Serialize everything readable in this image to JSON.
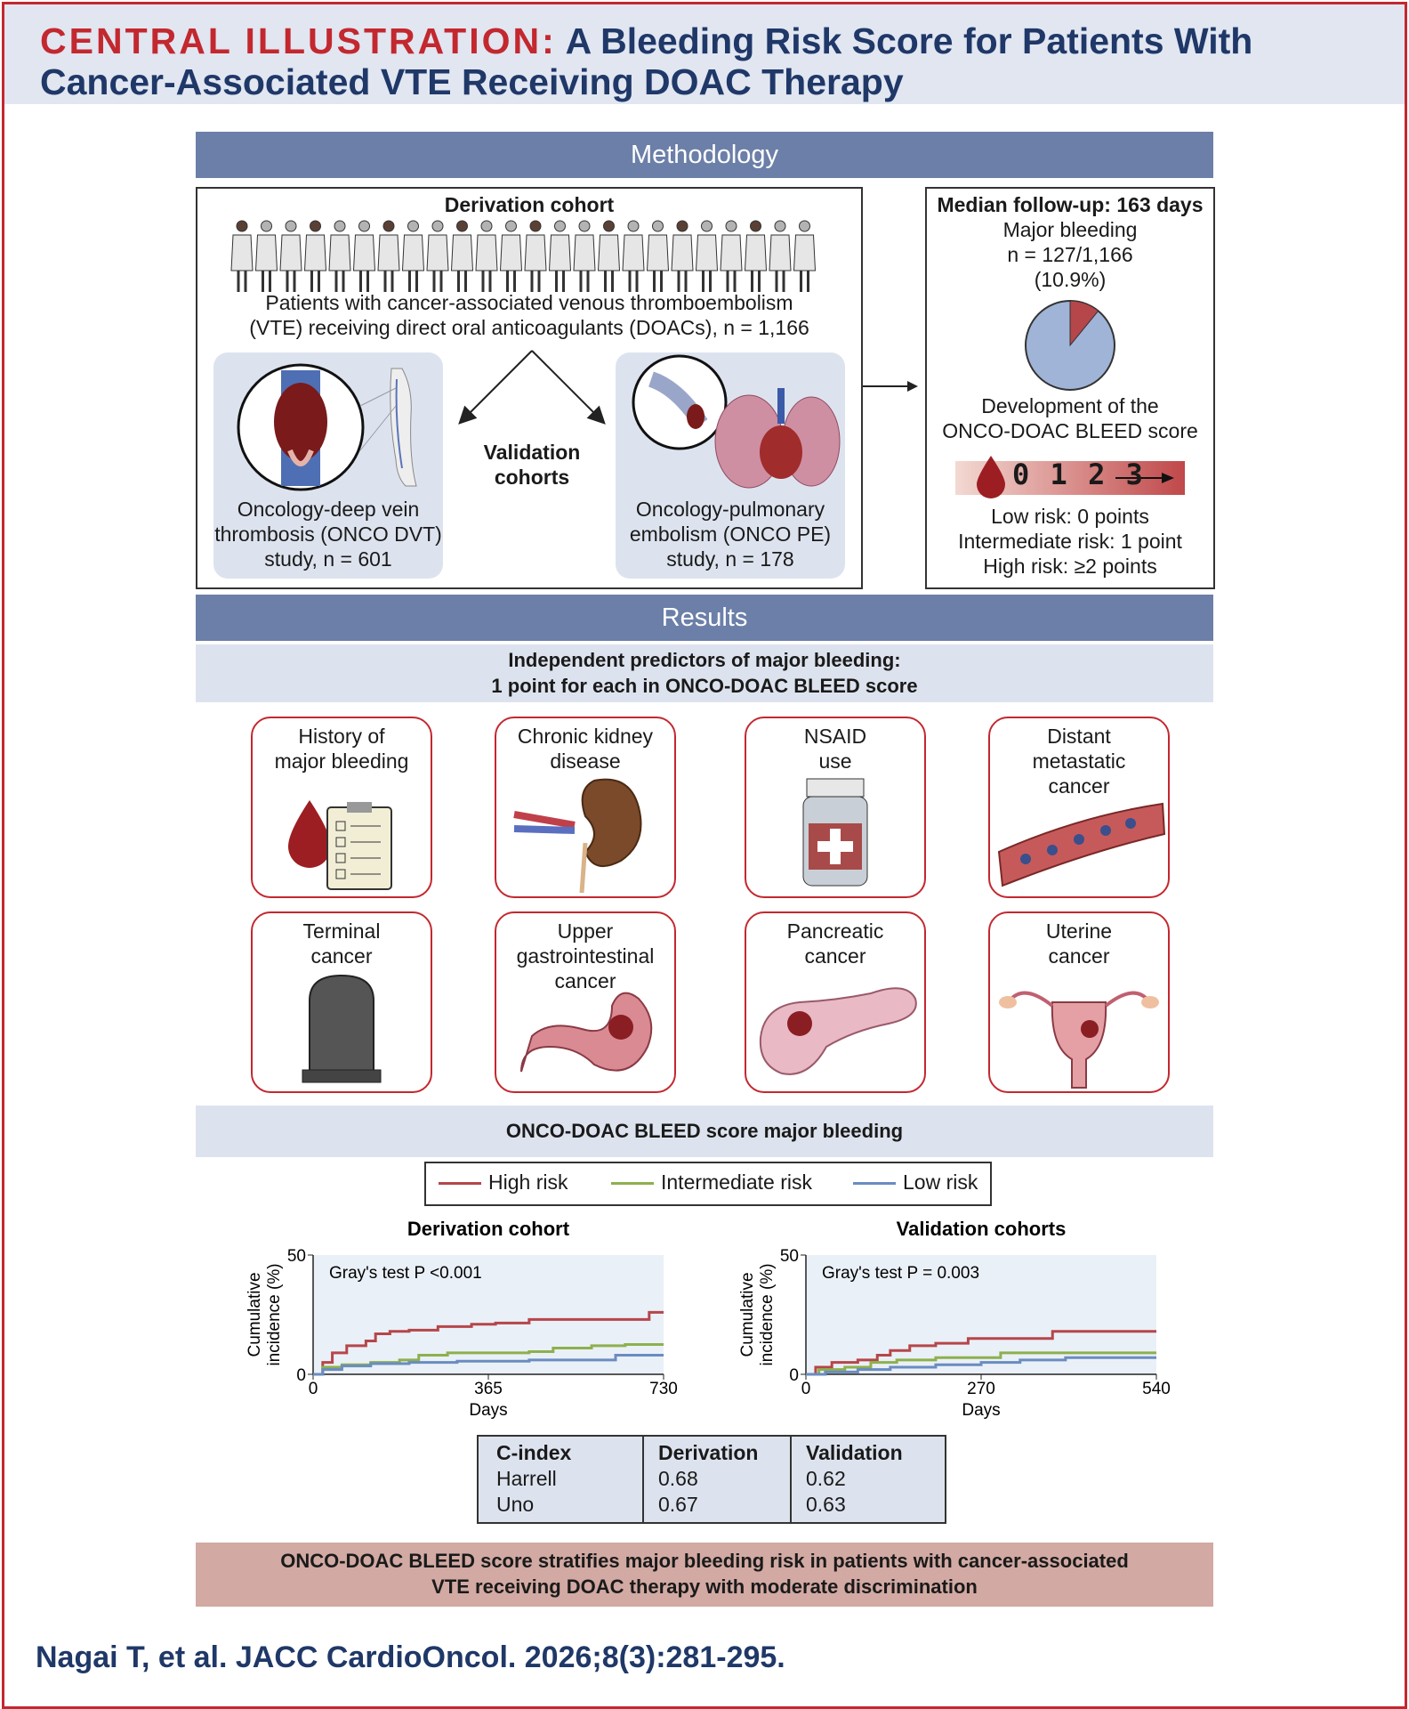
{
  "header": {
    "lead": "CENTRAL ILLUSTRATION:",
    "rest": "A Bleeding Risk Score for Patients With Cancer-Associated VTE Receiving DOAC Therapy"
  },
  "methodology": {
    "band": "Methodology",
    "derivation": {
      "title": "Derivation cohort",
      "desc_line1": "Patients with cancer-associated venous thromboembolism",
      "desc_line2": "(VTE) receiving direct oral anticoagulants (DOACs), n = 1,166"
    },
    "validation_label_line1": "Validation",
    "validation_label_line2": "cohorts",
    "dvt": {
      "line1": "Oncology-deep vein",
      "line2": "thrombosis (ONCO DVT)",
      "line3": "study, n = 601"
    },
    "pe": {
      "line1": "Oncology-pulmonary",
      "line2": "embolism (ONCO PE)",
      "line3": "study, n = 178"
    },
    "followup": {
      "title": "Median follow-up: 163 days",
      "line1": "Major bleeding",
      "line2": "n = 127/1,166",
      "line3": "(10.9%)",
      "bleeding_fraction": 0.109
    },
    "development_line1": "Development of the",
    "development_line2": "ONCO-DOAC BLEED score",
    "score_points": "0 1 2 3",
    "risk_low": "Low risk: 0 points",
    "risk_intermediate": "Intermediate risk: 1 point",
    "risk_high": "High risk: ≥2 points"
  },
  "results": {
    "band": "Results",
    "predictors_line1": "Independent predictors of major bleeding:",
    "predictors_line2": "1 point for each in ONCO-DOAC BLEED score",
    "predictors": [
      {
        "line1": "History of",
        "line2": "major bleeding",
        "line3": "",
        "icon": "clipboard-blood-drop-icon"
      },
      {
        "line1": "Chronic kidney",
        "line2": "disease",
        "line3": "",
        "icon": "kidney-icon"
      },
      {
        "line1": "NSAID",
        "line2": "use",
        "line3": "",
        "icon": "pill-bottle-icon"
      },
      {
        "line1": "Distant",
        "line2": "metastatic",
        "line3": "cancer",
        "icon": "blood-vessel-cells-icon"
      },
      {
        "line1": "Terminal",
        "line2": "cancer",
        "line3": "",
        "icon": "tombstone-icon"
      },
      {
        "line1": "Upper",
        "line2": "gastrointestinal",
        "line3": "cancer",
        "icon": "stomach-icon"
      },
      {
        "line1": "Pancreatic",
        "line2": "cancer",
        "line3": "",
        "icon": "pancreas-icon"
      },
      {
        "line1": "Uterine",
        "line2": "cancer",
        "line3": "",
        "icon": "uterus-icon"
      }
    ],
    "curves_band": "ONCO-DOAC BLEED score major bleeding",
    "legend": {
      "high": "High risk",
      "intermediate": "Intermediate risk",
      "low": "Low risk"
    },
    "colors": {
      "high": "#b5464a",
      "intermediate": "#8db04e",
      "low": "#6a8cc0"
    }
  },
  "chart_data": [
    {
      "type": "line",
      "title": "Derivation cohort",
      "annotation": "Gray's test P <0.001",
      "xlabel": "Days",
      "ylabel": "Cumulative incidence (%)",
      "xlim": [
        0,
        730
      ],
      "ylim": [
        0,
        50
      ],
      "xticks": [
        0,
        365,
        730
      ],
      "yticks": [
        0,
        50
      ],
      "series": [
        {
          "name": "High risk",
          "x": [
            0,
            20,
            40,
            70,
            110,
            130,
            160,
            200,
            260,
            330,
            380,
            450,
            550,
            630,
            700,
            730
          ],
          "y": [
            0,
            5,
            9,
            12,
            14,
            17,
            18,
            18.5,
            20,
            21,
            21.5,
            23,
            23,
            23,
            26,
            26
          ]
        },
        {
          "name": "Intermediate risk",
          "x": [
            0,
            20,
            60,
            120,
            180,
            220,
            280,
            380,
            450,
            500,
            580,
            650,
            730
          ],
          "y": [
            0,
            3,
            4,
            5,
            6,
            8,
            9,
            9,
            9.5,
            11,
            12,
            12.5,
            12.5
          ]
        },
        {
          "name": "Low risk",
          "x": [
            0,
            20,
            60,
            120,
            200,
            300,
            450,
            560,
            630,
            730
          ],
          "y": [
            0,
            2,
            3.5,
            4.5,
            5,
            5.5,
            6,
            6,
            8,
            8
          ]
        }
      ]
    },
    {
      "type": "line",
      "title": "Validation cohorts",
      "annotation": "Gray's test P = 0.003",
      "xlabel": "Days",
      "ylabel": "Cumulative incidence (%)",
      "xlim": [
        0,
        540
      ],
      "ylim": [
        0,
        50
      ],
      "xticks": [
        0,
        270,
        540
      ],
      "yticks": [
        0,
        50
      ],
      "series": [
        {
          "name": "High risk",
          "x": [
            0,
            15,
            40,
            80,
            110,
            130,
            160,
            200,
            250,
            300,
            380,
            540
          ],
          "y": [
            0,
            3,
            5,
            6,
            8,
            10,
            12,
            13,
            15,
            15,
            18,
            18
          ]
        },
        {
          "name": "Intermediate risk",
          "x": [
            0,
            20,
            60,
            100,
            140,
            200,
            270,
            300,
            400,
            540
          ],
          "y": [
            0,
            2,
            3,
            5,
            6,
            7,
            7,
            9,
            9,
            9
          ]
        },
        {
          "name": "Low risk",
          "x": [
            0,
            30,
            80,
            130,
            200,
            270,
            330,
            400,
            540
          ],
          "y": [
            0,
            1,
            2,
            3,
            4,
            5,
            6,
            7,
            7
          ]
        }
      ]
    }
  ],
  "cindex": {
    "h1": "C-index",
    "h2": "Derivation",
    "h3": "Validation",
    "r1c1": "Harrell",
    "r1c2": "0.68",
    "r1c3": "0.62",
    "r2c1": "Uno",
    "r2c2": "0.67",
    "r2c3": "0.63"
  },
  "conclusion_line1": "ONCO-DOAC BLEED score stratifies major bleeding risk in patients with cancer-associated",
  "conclusion_line2": "VTE receiving DOAC therapy with moderate discrimination",
  "citation": "Nagai T, et al. JACC CardioOncol. 2026;8(3):281-295."
}
